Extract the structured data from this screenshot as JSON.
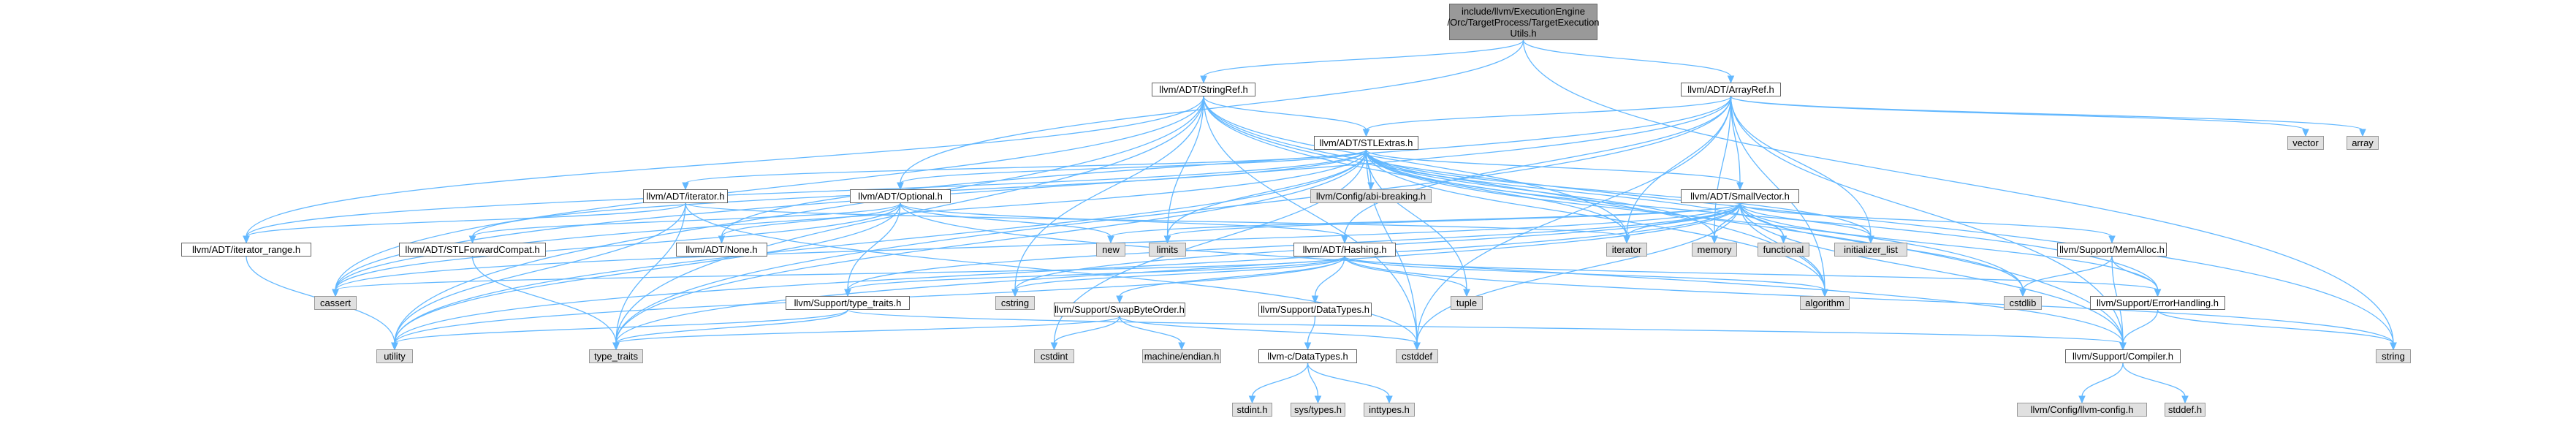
{
  "colors": {
    "edge": "#63b8ff",
    "root_fill": "#999999",
    "system_fill": "#e0e0e0",
    "node_fill": "#ffffff",
    "node_border": "#666666"
  },
  "nodes": {
    "root": "include/llvm/ExecutionEngine\n/Orc/TargetProcess/TargetExecution\nUtils.h",
    "stringref": "llvm/ADT/StringRef.h",
    "arrayref": "llvm/ADT/ArrayRef.h",
    "stlextras": "llvm/ADT/STLExtras.h",
    "vector": "vector",
    "array": "array",
    "iterator_h": "llvm/ADT/iterator.h",
    "optional": "llvm/ADT/Optional.h",
    "abi_breaking": "llvm/Config/abi-breaking.h",
    "smallvector": "llvm/ADT/SmallVector.h",
    "iterator_range": "llvm/ADT/iterator_range.h",
    "stlforward": "llvm/ADT/STLForwardCompat.h",
    "none": "llvm/ADT/None.h",
    "new": "new",
    "limits": "limits",
    "hashing": "llvm/ADT/Hashing.h",
    "iterator": "iterator",
    "memory": "memory",
    "functional": "functional",
    "initializer_list": "initializer_list",
    "memalloc": "llvm/Support/MemAlloc.h",
    "cassert": "cassert",
    "type_traits_h": "llvm/Support/type_traits.h",
    "cstring": "cstring",
    "tuple": "tuple",
    "algorithm": "algorithm",
    "cstdlib": "cstdlib",
    "errorhandling": "llvm/Support/ErrorHandling.h",
    "swapbyteorder": "llvm/Support/SwapByteOrder.h",
    "datatypes": "llvm/Support/DataTypes.h",
    "utility": "utility",
    "type_traits": "type_traits",
    "cstdint": "cstdint",
    "machine_endian": "machine/endian.h",
    "cstddef": "cstddef",
    "llvmc_datatypes": "llvm-c/DataTypes.h",
    "compiler": "llvm/Support/Compiler.h",
    "string": "string",
    "stdint": "stdint.h",
    "systypes": "sys/types.h",
    "inttypes": "inttypes.h",
    "llvm_config": "llvm/Config/llvm-config.h",
    "stddef": "stddef.h"
  }
}
